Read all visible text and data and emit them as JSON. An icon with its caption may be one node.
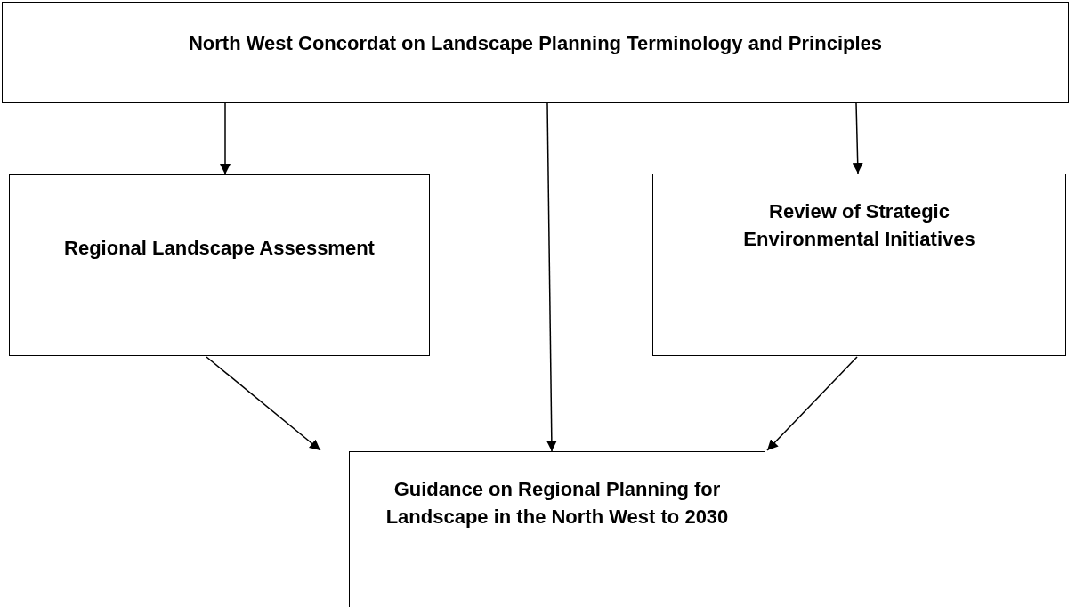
{
  "diagram": {
    "nodes": [
      {
        "text": [
          "North West Concordat on Landscape Planning Terminology and Principles"
        ]
      },
      {
        "text": [
          "Regional Landscape Assessment"
        ]
      },
      {
        "text": [
          "Review of Strategic Environmental Initiatives"
        ]
      },
      {
        "text": [
          "Guidance on Regional Planning for Landscape in the North West to 2030"
        ]
      }
    ],
    "edges": [
      {
        "from": 0,
        "to": 1,
        "arrow": "to"
      },
      {
        "from": 0,
        "to": 3,
        "arrow": "to"
      },
      {
        "from": 0,
        "to": 2,
        "arrow": "to"
      },
      {
        "from": 1,
        "to": 3,
        "arrow": "to"
      },
      {
        "from": 2,
        "to": 3,
        "arrow": "to"
      }
    ]
  }
}
